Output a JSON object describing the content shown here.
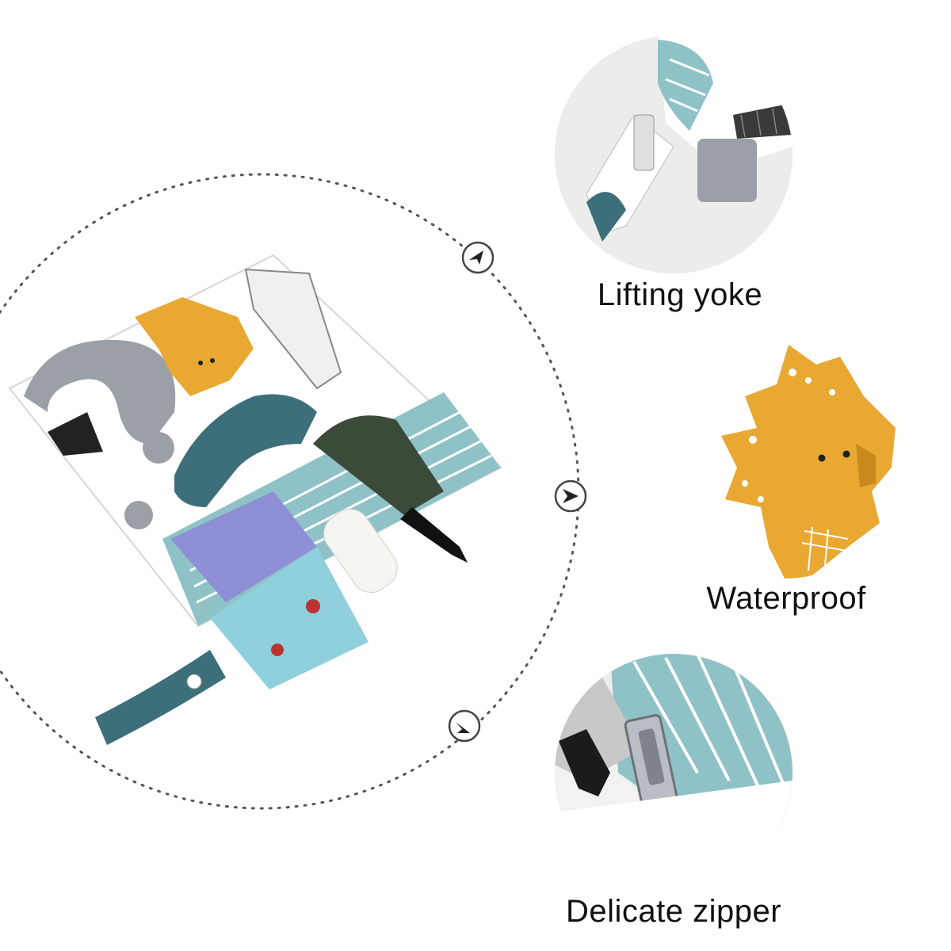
{
  "features": [
    {
      "label": "Lifting yoke",
      "icon": "strap-closeup-icon"
    },
    {
      "label": "Waterproof",
      "icon": "fabric-closeup-icon"
    },
    {
      "label": "Delicate zipper",
      "icon": "zipper-closeup-icon"
    }
  ],
  "colors": {
    "teal": "#3d6f7a",
    "light_teal": "#8fc2c6",
    "yellow": "#e8a832",
    "grey": "#9aa0a6",
    "circle_bg": "#ececec",
    "dots": "#555555"
  },
  "product": {
    "icon": "dinosaur-wet-bag-icon"
  }
}
